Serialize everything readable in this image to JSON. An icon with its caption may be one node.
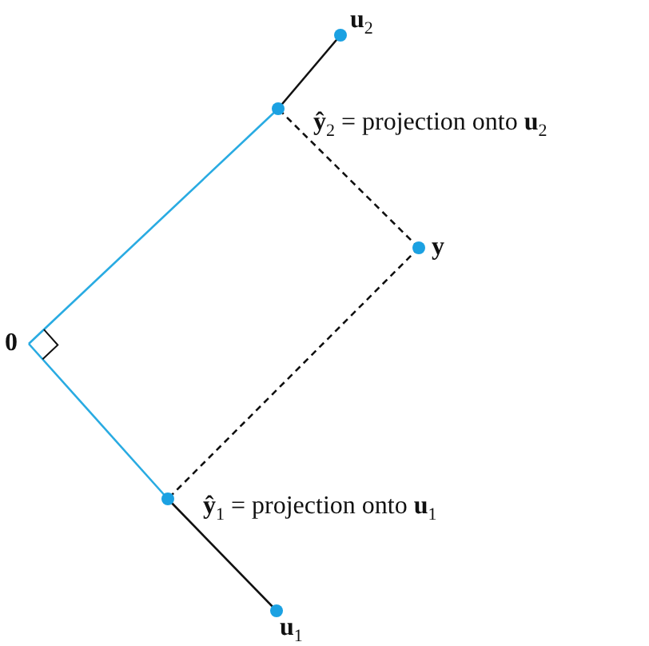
{
  "diagram": {
    "nodes": [
      {
        "text": [
          "**u**$_{2}$"
        ]
      },
      {
        "text": [
          "**ŷ**$_{2}$ = projection onto **u**$_{2}$"
        ]
      },
      {
        "text": [
          "**y**"
        ]
      },
      {
        "text": [
          "**0**"
        ]
      },
      {
        "text": [
          "**ŷ**$_{1}$ = projection onto **u**$_{1}$"
        ]
      },
      {
        "text": [
          "**u**$_{1}$"
        ]
      }
    ],
    "edges": [
      {
        "from": 3,
        "to": 1,
        "arrow": "none",
        "color": "#29abe2"
      },
      {
        "from": 1,
        "to": 0,
        "arrow": "none"
      },
      {
        "from": 3,
        "to": 4,
        "arrow": "none",
        "color": "#29abe2"
      },
      {
        "from": 4,
        "to": 5,
        "arrow": "none"
      },
      {
        "from": 2,
        "to": 1,
        "arrow": "none",
        "style": "dashed"
      },
      {
        "from": 2,
        "to": 4,
        "arrow": "none",
        "style": "dashed"
      }
    ]
  }
}
